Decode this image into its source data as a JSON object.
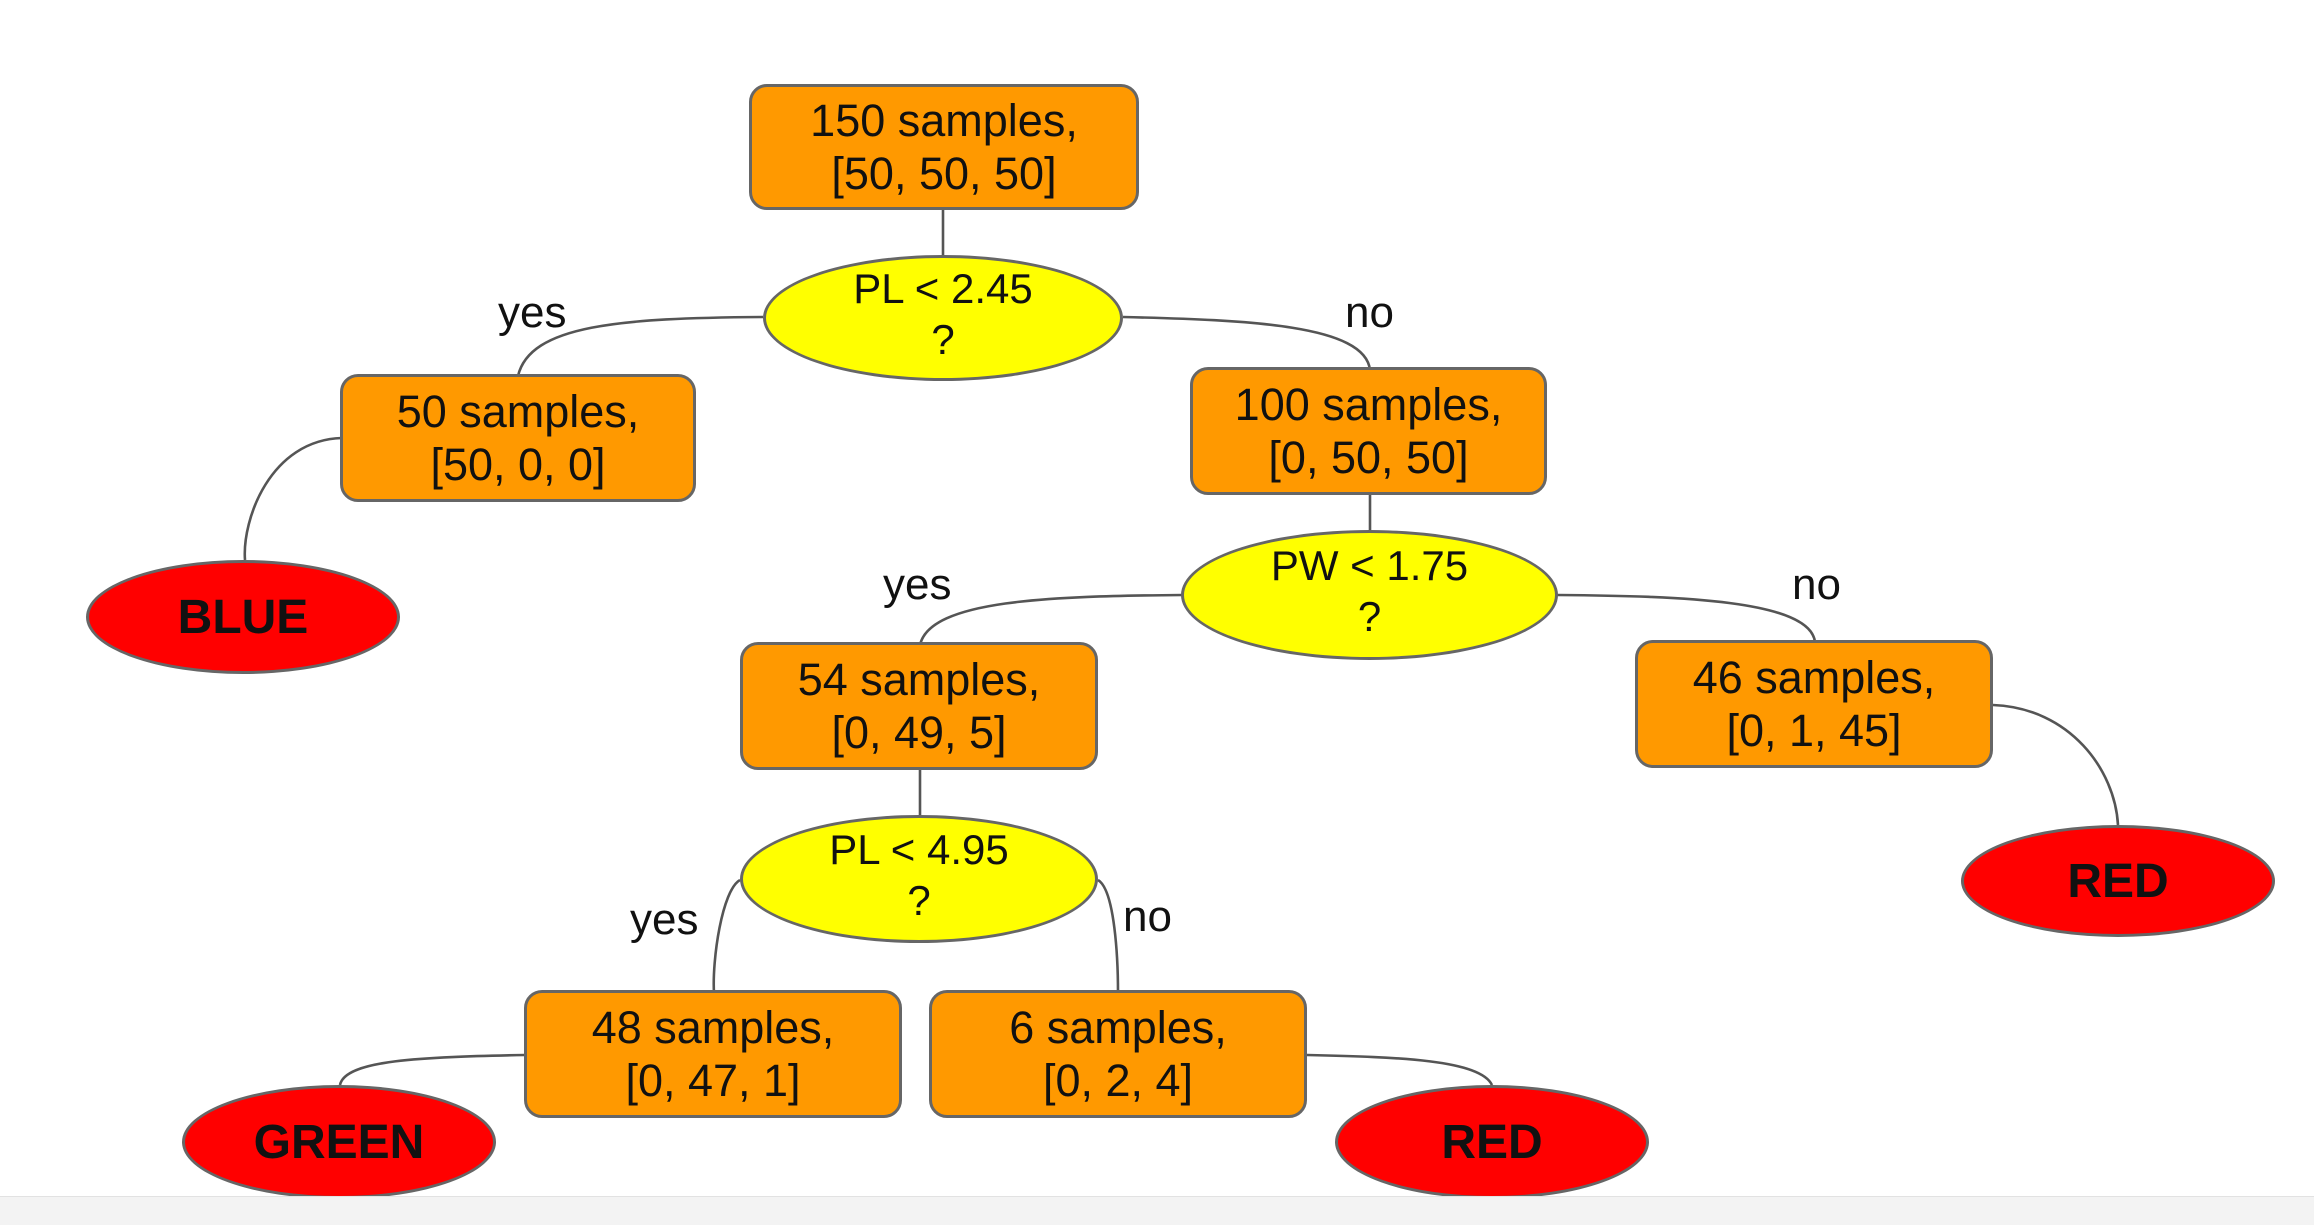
{
  "title": "Decision Trees",
  "nodes": {
    "root": {
      "samples": "150 samples,",
      "counts": "[50, 50, 50]"
    },
    "q1": {
      "condition": "PL < 2.45",
      "mark": "?"
    },
    "left1": {
      "samples": "50 samples,",
      "counts": "[50, 0, 0]"
    },
    "right1": {
      "samples": "100 samples,",
      "counts": "[0, 50, 50]"
    },
    "q2": {
      "condition": "PW < 1.75",
      "mark": "?"
    },
    "left2": {
      "samples": "54 samples,",
      "counts": "[0, 49, 5]"
    },
    "right2": {
      "samples": "46 samples,",
      "counts": "[0, 1, 45]"
    },
    "q3": {
      "condition": "PL < 4.95",
      "mark": "?"
    },
    "left3": {
      "samples": "48 samples,",
      "counts": "[0, 47, 1]"
    },
    "right3": {
      "samples": "6 samples,",
      "counts": "[0, 2, 4]"
    }
  },
  "leaves": {
    "blue": "BLUE",
    "red_top": "RED",
    "green": "GREEN",
    "red_bottom": "RED"
  },
  "edge_labels": {
    "q1_yes": "yes",
    "q1_no": "no",
    "q2_yes": "yes",
    "q2_no": "no",
    "q3_yes": "yes",
    "q3_no": "no"
  },
  "colors": {
    "sample_box": "#ff9900",
    "question": "#ffff00",
    "leaf": "#ff0000",
    "title": "#3d6fb8"
  }
}
